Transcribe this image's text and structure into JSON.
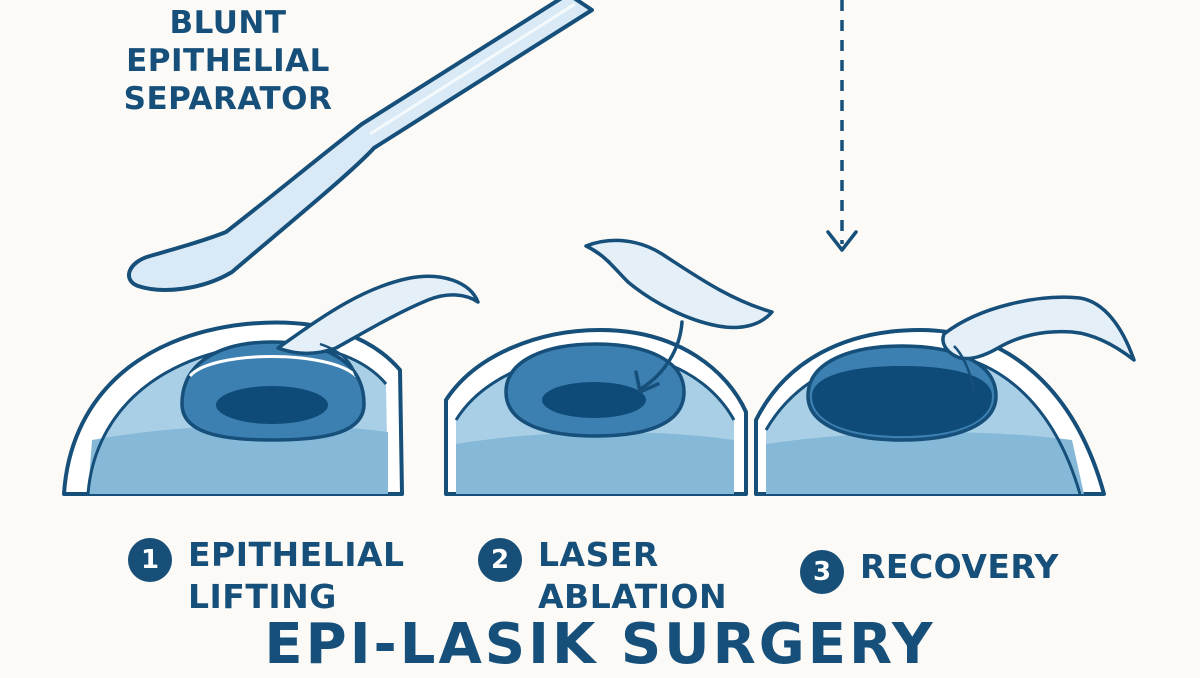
{
  "tool_label": {
    "line1": "BLUNT",
    "line2": "EPITHELIAL",
    "line3": "SEPARATOR"
  },
  "steps": [
    {
      "number": "1",
      "line1": "EPITHELIAL",
      "line2": "LIFTING"
    },
    {
      "number": "2",
      "line1": "LASER",
      "line2": "ABLATION"
    },
    {
      "number": "3",
      "line1": "RECOVERY",
      "line2": ""
    }
  ],
  "title": "EPI-LASIK SURGERY",
  "colors": {
    "ink": "#164f7a",
    "background": "#fbfaf6",
    "eye_fill": "#a9cfe6",
    "eye_lower": "#86b9d8",
    "iris": "#3c7fb1",
    "pupil": "#0e4b78",
    "flap": "#e4eff8",
    "tool": "#d9eaf6"
  },
  "icons": {
    "separator_tool": "spatula-icon",
    "laser_arrow": "dashed-arrow-down-icon"
  }
}
